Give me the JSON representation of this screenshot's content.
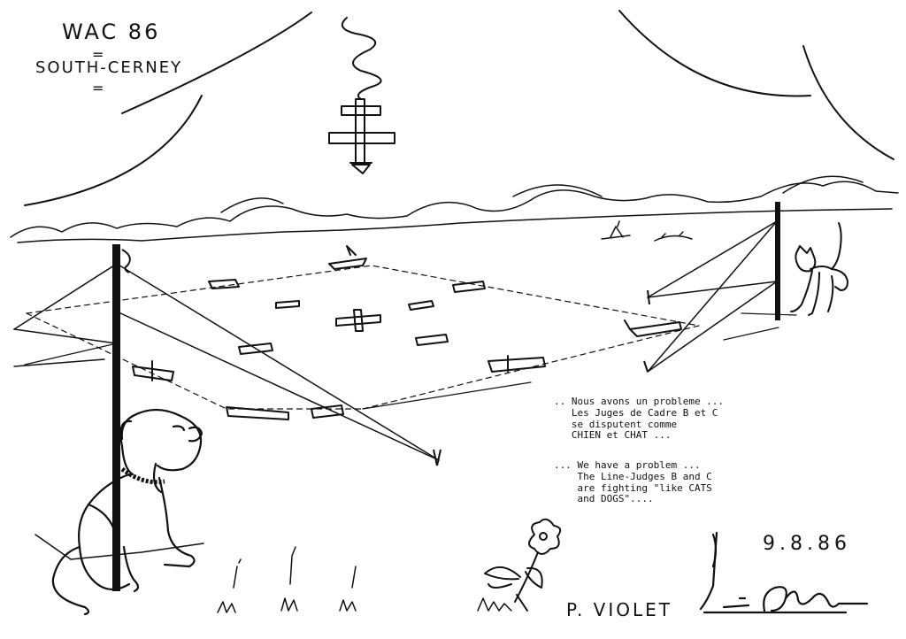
{
  "title": {
    "line1": "WAC 86",
    "line2": "SOUTH-CERNEY"
  },
  "caption": {
    "french": [
      ".. Nous avons un probleme ...",
      "   Les Juges de Cadre B et C",
      "   se disputent comme",
      "   CHIEN et CHAT ..."
    ],
    "english": [
      "... We have a problem ...",
      "    The Line-Judges B and C",
      "    are fighting \"like CATS",
      "    and DOGS\"...."
    ]
  },
  "date": "9.8.86",
  "author": "P. VIOLET",
  "signature": "signature",
  "colors": {
    "ink": "#111111",
    "paper": "#ffffff"
  },
  "icons": [
    "airplane-icon",
    "dog-icon",
    "cat-icon",
    "flower-icon",
    "pole-icon"
  ]
}
